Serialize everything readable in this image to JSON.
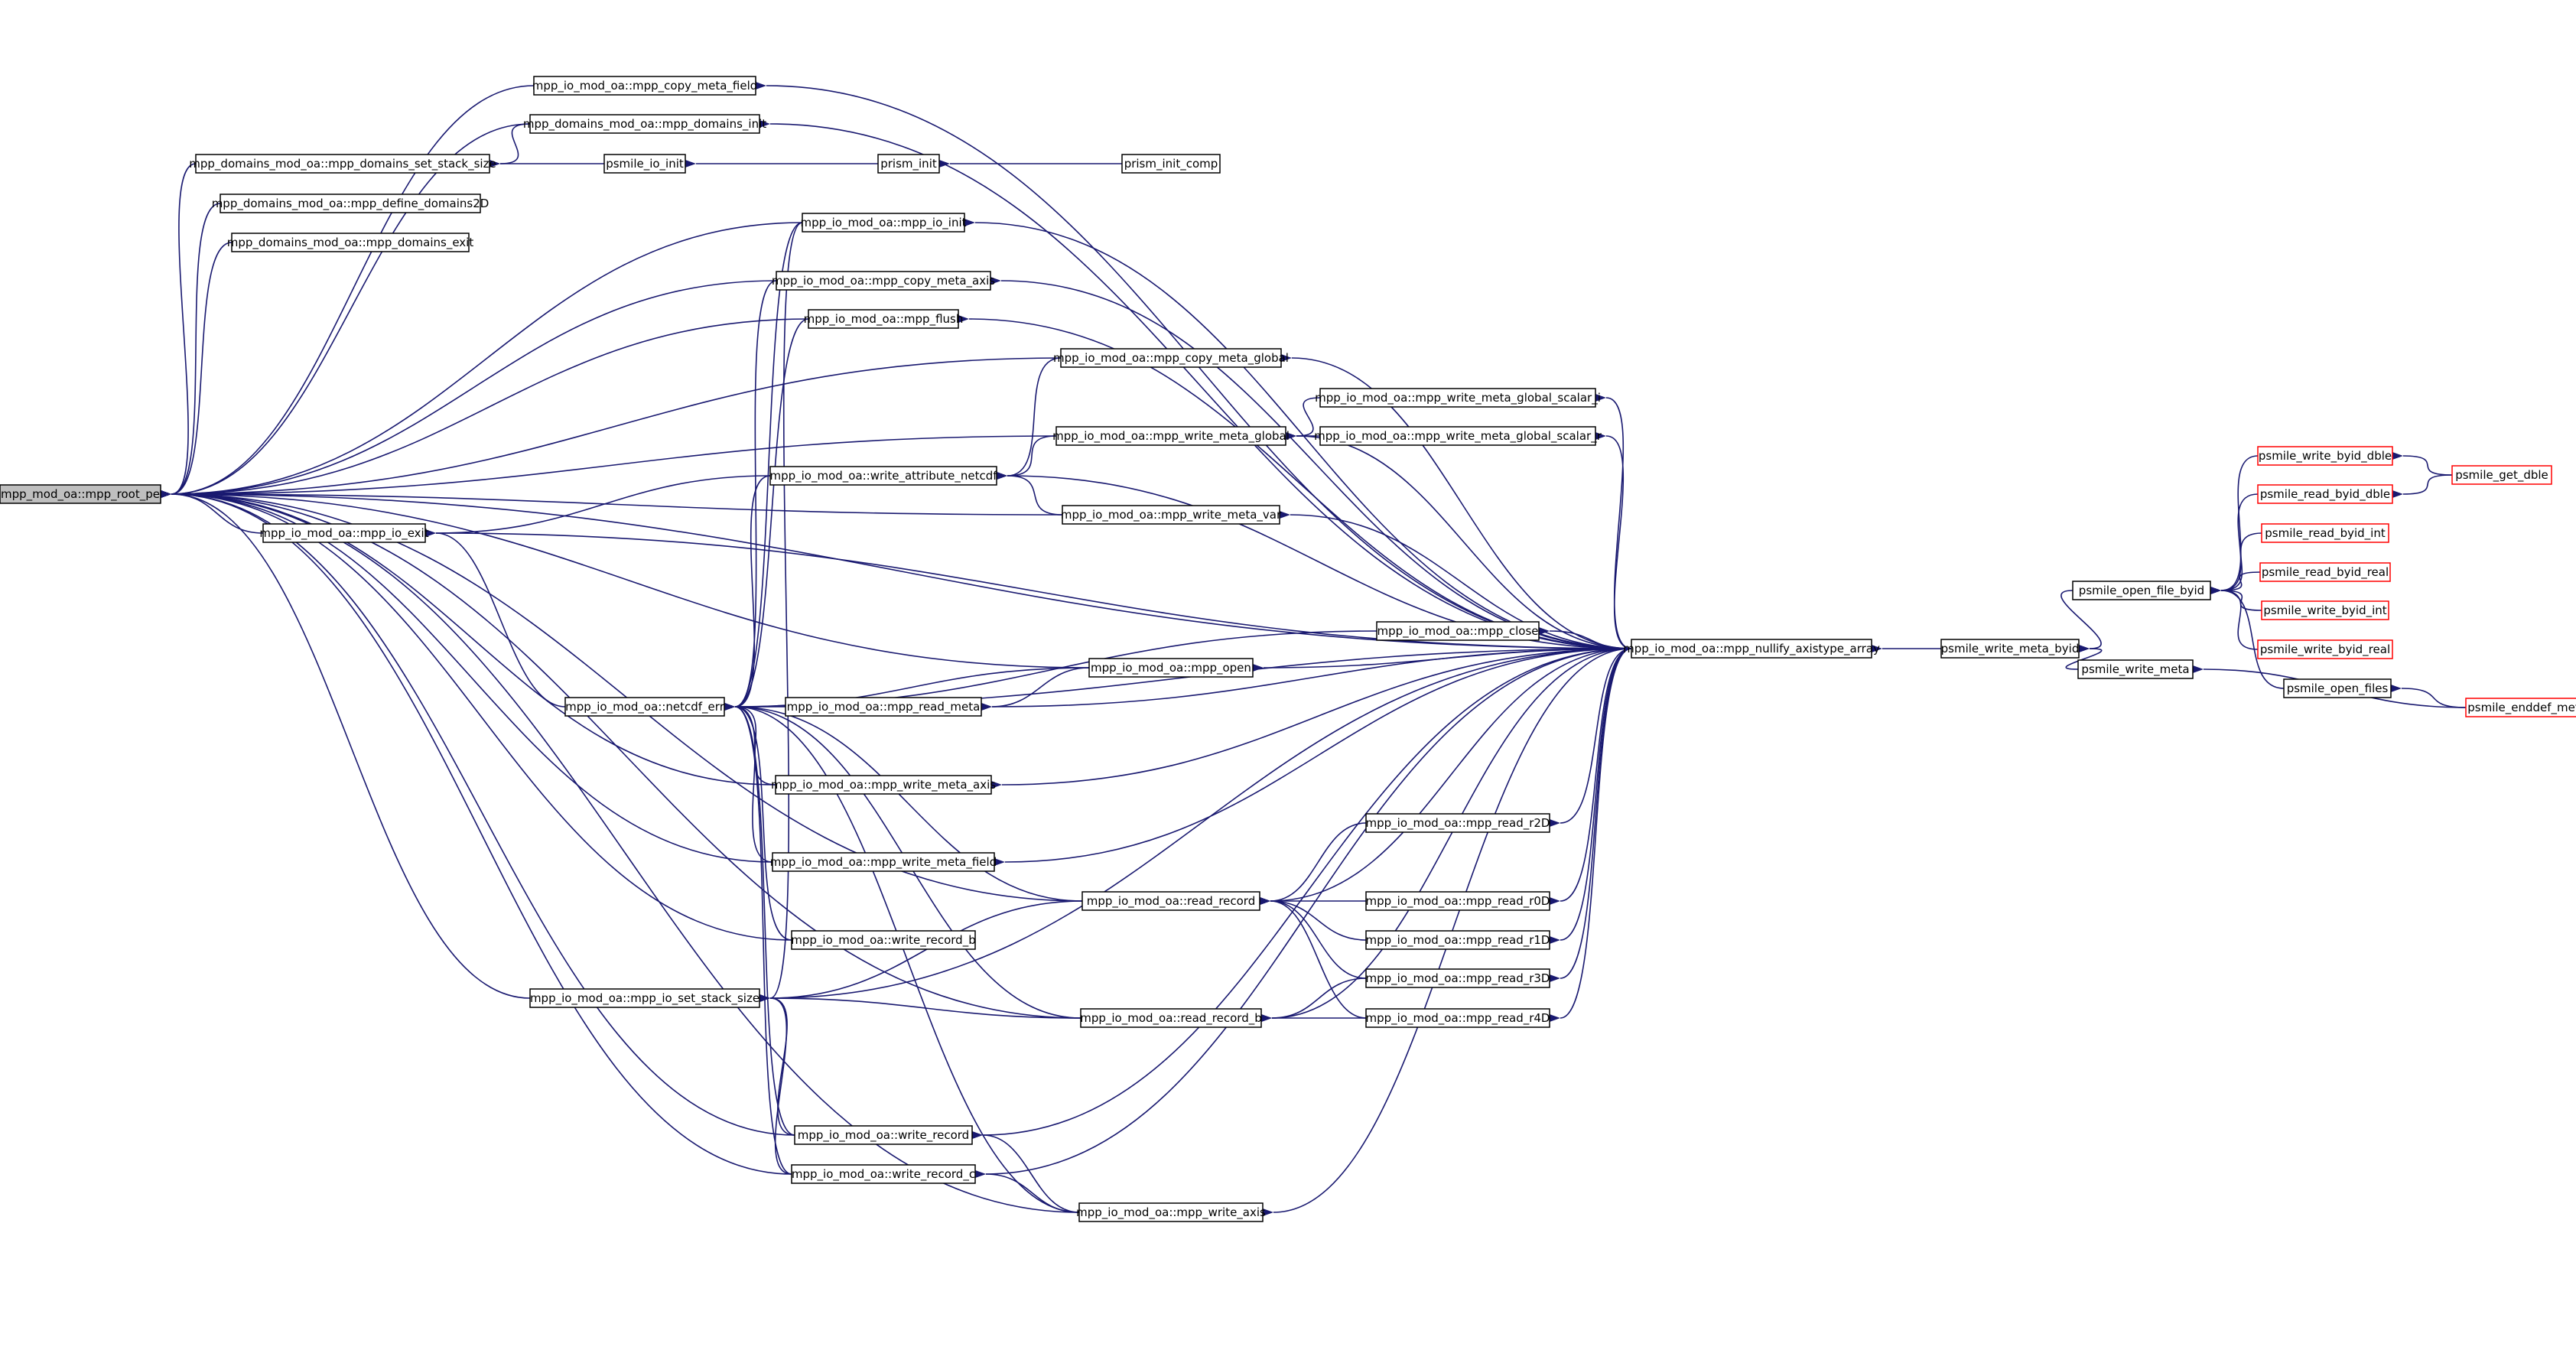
{
  "graph": {
    "edge_color": "#191970",
    "root_fill": "#bfbfbf",
    "truncated_border": "#ff0000",
    "nodes": [
      {
        "id": "root",
        "label": "mpp_mod_oa::mpp_root_pe"
      },
      {
        "id": "copy_meta_field",
        "label": "mpp_io_mod_oa::mpp_copy_meta_field"
      },
      {
        "id": "domains_init",
        "label": "mpp_domains_mod_oa::mpp_domains_init"
      },
      {
        "id": "set_stack",
        "label": "mpp_domains_mod_oa::mpp_domains_set_stack_size"
      },
      {
        "id": "define2d",
        "label": "mpp_domains_mod_oa::mpp_define_domains2D"
      },
      {
        "id": "domains_exit",
        "label": "mpp_domains_mod_oa::mpp_domains_exit"
      },
      {
        "id": "psmile_io_init",
        "label": "psmile_io_init"
      },
      {
        "id": "prism_init",
        "label": "prism_init"
      },
      {
        "id": "prism_init_comp",
        "label": "prism_init_comp"
      },
      {
        "id": "io_init",
        "label": "mpp_io_mod_oa::mpp_io_init"
      },
      {
        "id": "copy_meta_axis",
        "label": "mpp_io_mod_oa::mpp_copy_meta_axis"
      },
      {
        "id": "flush",
        "label": "mpp_io_mod_oa::mpp_flush"
      },
      {
        "id": "copy_meta_global",
        "label": "mpp_io_mod_oa::mpp_copy_meta_global"
      },
      {
        "id": "wmg_scalar_i",
        "label": "mpp_io_mod_oa::mpp_write_meta_global_scalar_i"
      },
      {
        "id": "write_meta_global",
        "label": "mpp_io_mod_oa::mpp_write_meta_global"
      },
      {
        "id": "wmg_scalar_r",
        "label": "mpp_io_mod_oa::mpp_write_meta_global_scalar_r"
      },
      {
        "id": "write_attr",
        "label": "mpp_io_mod_oa::write_attribute_netcdf"
      },
      {
        "id": "write_meta_var",
        "label": "mpp_io_mod_oa::mpp_write_meta_var"
      },
      {
        "id": "io_exit",
        "label": "mpp_io_mod_oa::mpp_io_exit"
      },
      {
        "id": "close",
        "label": "mpp_io_mod_oa::mpp_close"
      },
      {
        "id": "open",
        "label": "mpp_io_mod_oa::mpp_open"
      },
      {
        "id": "netcdf_err",
        "label": "mpp_io_mod_oa::netcdf_err"
      },
      {
        "id": "read_meta",
        "label": "mpp_io_mod_oa::mpp_read_meta"
      },
      {
        "id": "nullify",
        "label": "mpp_io_mod_oa::mpp_nullify_axistype_array"
      },
      {
        "id": "write_meta_axis",
        "label": "mpp_io_mod_oa::mpp_write_meta_axis"
      },
      {
        "id": "read_r2d",
        "label": "mpp_io_mod_oa::mpp_read_r2D"
      },
      {
        "id": "write_meta_field",
        "label": "mpp_io_mod_oa::mpp_write_meta_field"
      },
      {
        "id": "read_record",
        "label": "mpp_io_mod_oa::read_record"
      },
      {
        "id": "read_r0d",
        "label": "mpp_io_mod_oa::mpp_read_r0D"
      },
      {
        "id": "write_record_b",
        "label": "mpp_io_mod_oa::write_record_b"
      },
      {
        "id": "read_r1d",
        "label": "mpp_io_mod_oa::mpp_read_r1D"
      },
      {
        "id": "read_r3d",
        "label": "mpp_io_mod_oa::mpp_read_r3D"
      },
      {
        "id": "io_set_stack",
        "label": "mpp_io_mod_oa::mpp_io_set_stack_size"
      },
      {
        "id": "read_record_b",
        "label": "mpp_io_mod_oa::read_record_b"
      },
      {
        "id": "read_r4d",
        "label": "mpp_io_mod_oa::mpp_read_r4D"
      },
      {
        "id": "write_record",
        "label": "mpp_io_mod_oa::write_record"
      },
      {
        "id": "write_record_c",
        "label": "mpp_io_mod_oa::write_record_c"
      },
      {
        "id": "write_axis",
        "label": "mpp_io_mod_oa::mpp_write_axis"
      },
      {
        "id": "psmile_write_meta_byid",
        "label": "psmile_write_meta_byid"
      },
      {
        "id": "psmile_write_meta",
        "label": "psmile_write_meta"
      },
      {
        "id": "psmile_open_file_byid",
        "label": "psmile_open_file_byid"
      },
      {
        "id": "psmile_open_files",
        "label": "psmile_open_files"
      },
      {
        "id": "psmile_write_byid_dble",
        "label": "psmile_write_byid_dble"
      },
      {
        "id": "psmile_read_byid_dble",
        "label": "psmile_read_byid_dble"
      },
      {
        "id": "psmile_read_byid_int",
        "label": "psmile_read_byid_int"
      },
      {
        "id": "psmile_read_byid_real",
        "label": "psmile_read_byid_real"
      },
      {
        "id": "psmile_write_byid_int",
        "label": "psmile_write_byid_int"
      },
      {
        "id": "psmile_write_byid_real",
        "label": "psmile_write_byid_real"
      },
      {
        "id": "psmile_get_dble",
        "label": "psmile_get_dble"
      },
      {
        "id": "psmile_enddef_metadata",
        "label": "psmile_enddef_metadata"
      }
    ],
    "edges": [
      [
        "root",
        "copy_meta_field"
      ],
      [
        "root",
        "domains_init"
      ],
      [
        "root",
        "set_stack"
      ],
      [
        "root",
        "define2d"
      ],
      [
        "root",
        "domains_exit"
      ],
      [
        "root",
        "io_init"
      ],
      [
        "root",
        "copy_meta_axis"
      ],
      [
        "root",
        "flush"
      ],
      [
        "root",
        "copy_meta_global"
      ],
      [
        "root",
        "write_meta_global"
      ],
      [
        "root",
        "write_meta_var"
      ],
      [
        "root",
        "io_exit"
      ],
      [
        "root",
        "open"
      ],
      [
        "root",
        "write_meta_axis"
      ],
      [
        "root",
        "write_meta_field"
      ],
      [
        "root",
        "read_record"
      ],
      [
        "root",
        "write_record_b"
      ],
      [
        "root",
        "io_set_stack"
      ],
      [
        "root",
        "read_record_b"
      ],
      [
        "root",
        "write_record"
      ],
      [
        "root",
        "write_record_c"
      ],
      [
        "root",
        "write_axis"
      ],
      [
        "root",
        "nullify"
      ],
      [
        "set_stack",
        "domains_init"
      ],
      [
        "set_stack",
        "psmile_io_init"
      ],
      [
        "psmile_io_init",
        "prism_init"
      ],
      [
        "prism_init",
        "prism_init_comp"
      ],
      [
        "io_exit",
        "write_attr"
      ],
      [
        "io_exit",
        "netcdf_err"
      ],
      [
        "netcdf_err",
        "copy_meta_axis"
      ],
      [
        "netcdf_err",
        "flush"
      ],
      [
        "netcdf_err",
        "write_attr"
      ],
      [
        "netcdf_err",
        "close"
      ],
      [
        "netcdf_err",
        "open"
      ],
      [
        "netcdf_err",
        "read_meta"
      ],
      [
        "netcdf_err",
        "write_meta_axis"
      ],
      [
        "netcdf_err",
        "write_meta_field"
      ],
      [
        "netcdf_err",
        "read_record"
      ],
      [
        "netcdf_err",
        "write_record_b"
      ],
      [
        "netcdf_err",
        "read_record_b"
      ],
      [
        "netcdf_err",
        "write_record"
      ],
      [
        "netcdf_err",
        "write_record_c"
      ],
      [
        "netcdf_err",
        "write_axis"
      ],
      [
        "netcdf_err",
        "io_init"
      ],
      [
        "write_attr",
        "copy_meta_global"
      ],
      [
        "write_attr",
        "write_meta_global"
      ],
      [
        "write_attr",
        "write_meta_var"
      ],
      [
        "write_attr",
        "nullify"
      ],
      [
        "write_meta_global",
        "wmg_scalar_i"
      ],
      [
        "write_meta_global",
        "wmg_scalar_r"
      ],
      [
        "io_set_stack",
        "io_init"
      ],
      [
        "io_set_stack",
        "read_record"
      ],
      [
        "io_set_stack",
        "read_record_b"
      ],
      [
        "io_set_stack",
        "write_record"
      ],
      [
        "io_set_stack",
        "write_record_c"
      ],
      [
        "io_set_stack",
        "nullify"
      ],
      [
        "read_meta",
        "open"
      ],
      [
        "read_record",
        "read_r2d"
      ],
      [
        "read_record",
        "read_r0d"
      ],
      [
        "read_record",
        "read_r1d"
      ],
      [
        "read_record",
        "read_r3d"
      ],
      [
        "read_record",
        "read_r4d"
      ],
      [
        "read_record_b",
        "read_r3d"
      ],
      [
        "read_record_b",
        "read_r4d"
      ],
      [
        "write_record",
        "write_axis"
      ],
      [
        "write_record_c",
        "write_axis"
      ],
      [
        "copy_meta_field",
        "nullify"
      ],
      [
        "domains_init",
        "nullify"
      ],
      [
        "io_init",
        "nullify"
      ],
      [
        "copy_meta_axis",
        "nullify"
      ],
      [
        "flush",
        "nullify"
      ],
      [
        "copy_meta_global",
        "nullify"
      ],
      [
        "wmg_scalar_i",
        "nullify"
      ],
      [
        "wmg_scalar_r",
        "nullify"
      ],
      [
        "write_meta_global",
        "nullify"
      ],
      [
        "write_meta_var",
        "nullify"
      ],
      [
        "close",
        "nullify"
      ],
      [
        "open",
        "nullify"
      ],
      [
        "read_meta",
        "nullify"
      ],
      [
        "write_meta_axis",
        "nullify"
      ],
      [
        "write_meta_field",
        "nullify"
      ],
      [
        "read_r2d",
        "nullify"
      ],
      [
        "read_record",
        "nullify"
      ],
      [
        "read_r0d",
        "nullify"
      ],
      [
        "read_r1d",
        "nullify"
      ],
      [
        "read_r3d",
        "nullify"
      ],
      [
        "read_record_b",
        "nullify"
      ],
      [
        "read_r4d",
        "nullify"
      ],
      [
        "write_record",
        "nullify"
      ],
      [
        "write_record_c",
        "nullify"
      ],
      [
        "write_axis",
        "nullify"
      ],
      [
        "io_exit",
        "nullify"
      ],
      [
        "netcdf_err",
        "nullify"
      ],
      [
        "nullify",
        "psmile_write_meta_byid"
      ],
      [
        "psmile_write_meta_byid",
        "psmile_open_file_byid"
      ],
      [
        "psmile_write_meta_byid",
        "psmile_write_meta"
      ],
      [
        "psmile_write_meta",
        "psmile_enddef_metadata"
      ],
      [
        "psmile_open_file_byid",
        "psmile_write_byid_dble"
      ],
      [
        "psmile_open_file_byid",
        "psmile_read_byid_dble"
      ],
      [
        "psmile_open_file_byid",
        "psmile_read_byid_int"
      ],
      [
        "psmile_open_file_byid",
        "psmile_read_byid_real"
      ],
      [
        "psmile_open_file_byid",
        "psmile_write_byid_int"
      ],
      [
        "psmile_open_file_byid",
        "psmile_write_byid_real"
      ],
      [
        "psmile_open_file_byid",
        "psmile_open_files"
      ],
      [
        "psmile_write_byid_dble",
        "psmile_get_dble"
      ],
      [
        "psmile_read_byid_dble",
        "psmile_get_dble"
      ],
      [
        "psmile_open_files",
        "psmile_enddef_metadata"
      ]
    ]
  }
}
